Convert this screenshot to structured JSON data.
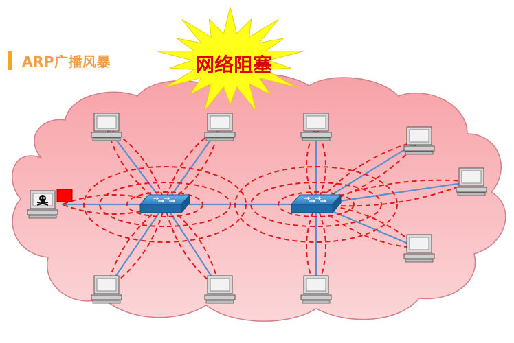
{
  "title": "ARP广播风暴",
  "burst_text": "网络阻塞",
  "colors": {
    "cloud_fill": "#f5a8ac",
    "cloud_stroke": "#d08088",
    "burst_fill": "#ffff1a",
    "burst_text": "#e00000",
    "broadcast_line": "#e11a1a",
    "link_line": "#5b8fd0",
    "switch": "#2d7fc1",
    "attacker_flag": "#ff0000",
    "title_accent": "#f5a623"
  },
  "icons": {
    "computer": "computer-icon",
    "switch": "switch-icon",
    "attacker": "skull-computer-icon",
    "burst": "explosion-burst"
  }
}
